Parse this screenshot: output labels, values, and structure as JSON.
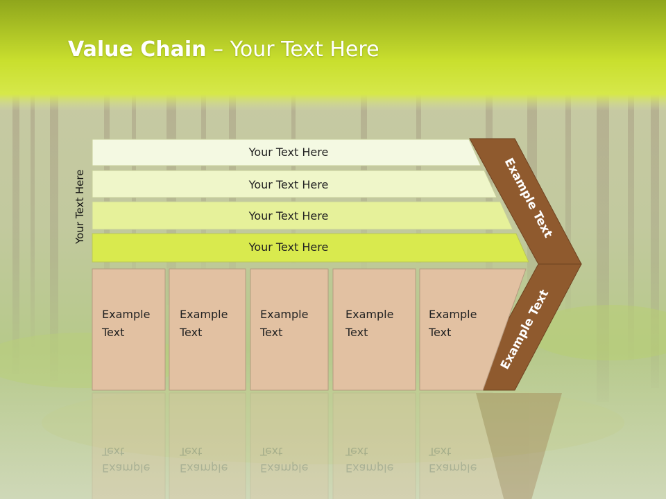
{
  "slide": {
    "title_bold": "Value Chain",
    "title_rest": " – Your Text Here",
    "vertical_label": "Your Text Here"
  },
  "bars": [
    {
      "label": "Your Text Here",
      "color": "#f4f9e2"
    },
    {
      "label": "Your Text Here",
      "color": "#eff6c9"
    },
    {
      "label": "Your Text Here",
      "color": "#e6f19a"
    },
    {
      "label": "Your Text Here",
      "color": "#d9ea4e"
    }
  ],
  "cells": [
    {
      "line1": "Example",
      "line2": "Text"
    },
    {
      "line1": "Example",
      "line2": "Text"
    },
    {
      "line1": "Example",
      "line2": "Text"
    },
    {
      "line1": "Example",
      "line2": "Text"
    },
    {
      "line1": "Example",
      "line2": "Text"
    }
  ],
  "chevron": {
    "upper_text": "Example Text",
    "lower_text": "Example Text"
  },
  "colors": {
    "header_gradient_top": "#8fa61c",
    "header_gradient_bottom": "#d3e63b",
    "cell_fill": "#e2c1a2",
    "cell_border": "#b59a80",
    "chevron_fill": "#8f5a2e",
    "chevron_border": "#6e4220",
    "title_text": "#ffffff"
  }
}
